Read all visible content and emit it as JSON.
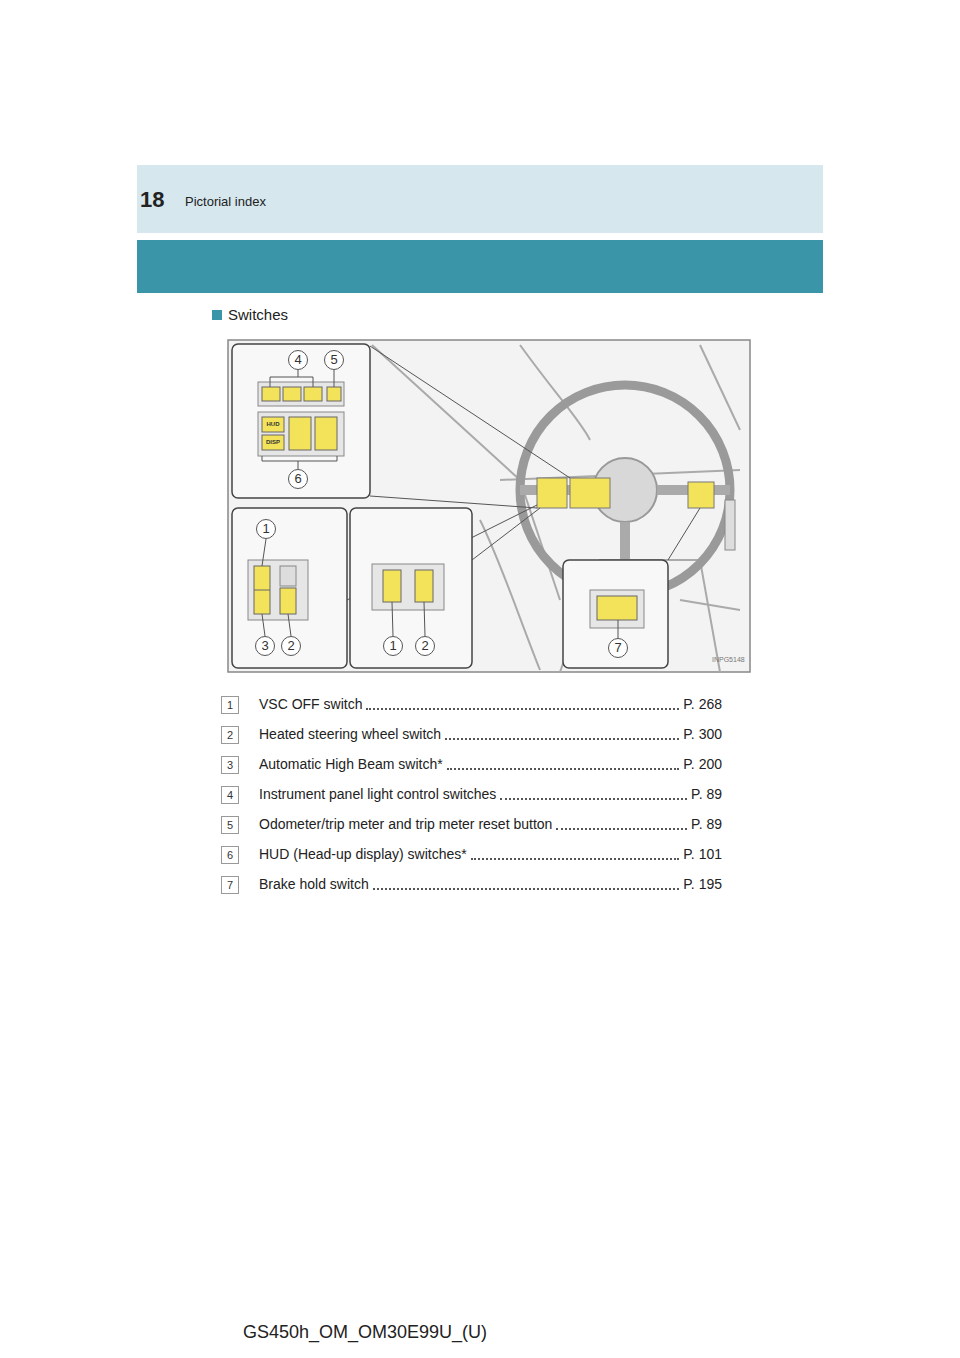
{
  "diagram": {
    "title": "Switches",
    "nodes": [
      {
        "text": [
          "18",
          "Pictorial index"
        ]
      }
    ],
    "labels": [
      "4",
      "5",
      "6",
      "1",
      "3",
      "2",
      "1",
      "2",
      "7",
      "HUD",
      "DISP",
      "INPG5148",
      "1",
      "VSC OFF switch",
      "P. 268",
      "2",
      "Heated steering wheel switch",
      "P. 300",
      "3",
      "Automatic High Beam switch*",
      "P. 200",
      "4",
      "Instrument panel light control switches",
      "P. 89",
      "5",
      "Odometer/trip meter and trip meter reset button",
      "P. 89",
      "6",
      "HUD (Head-up display) switches*",
      "P. 101",
      "7",
      "Brake hold switch",
      "P. 195",
      "GS450h_OM_OM30E99U_(U)"
    ]
  }
}
